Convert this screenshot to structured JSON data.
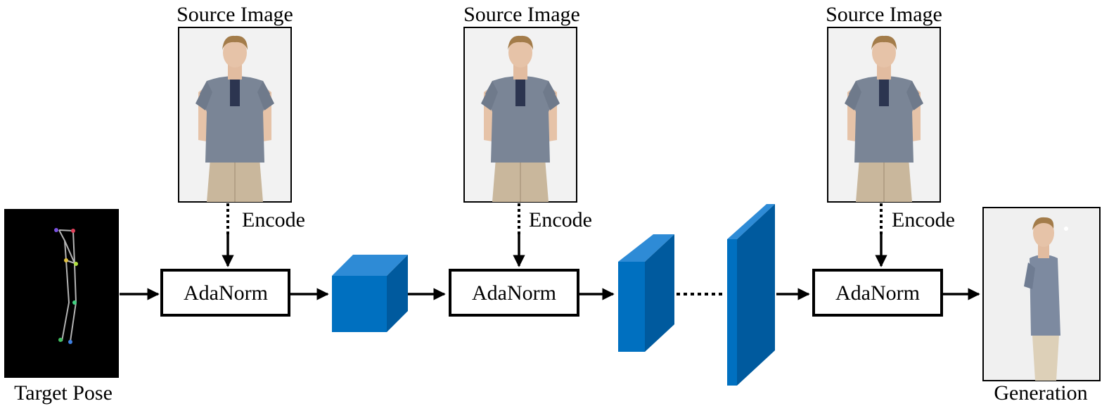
{
  "labels": {
    "source_image": "Source Image",
    "encode": "Encode",
    "adanorm": "AdaNorm",
    "target_pose": "Target Pose",
    "generation": "Generation"
  },
  "colors": {
    "block_front": "#0070c0",
    "block_top": "#2e8bd6",
    "block_side": "#005a9e",
    "pose_background": "#000000",
    "skeleton_bone": "#b4b4b4",
    "shirt": "#7a8596",
    "pants": "#c9b79c",
    "skin": "#e6c3a8",
    "photo_background": "#f2f2f2"
  },
  "icons": {
    "source_photo": "person-photo-icon",
    "pose_map": "skeleton-pose-icon",
    "feature_block": "3d-block-icon"
  }
}
